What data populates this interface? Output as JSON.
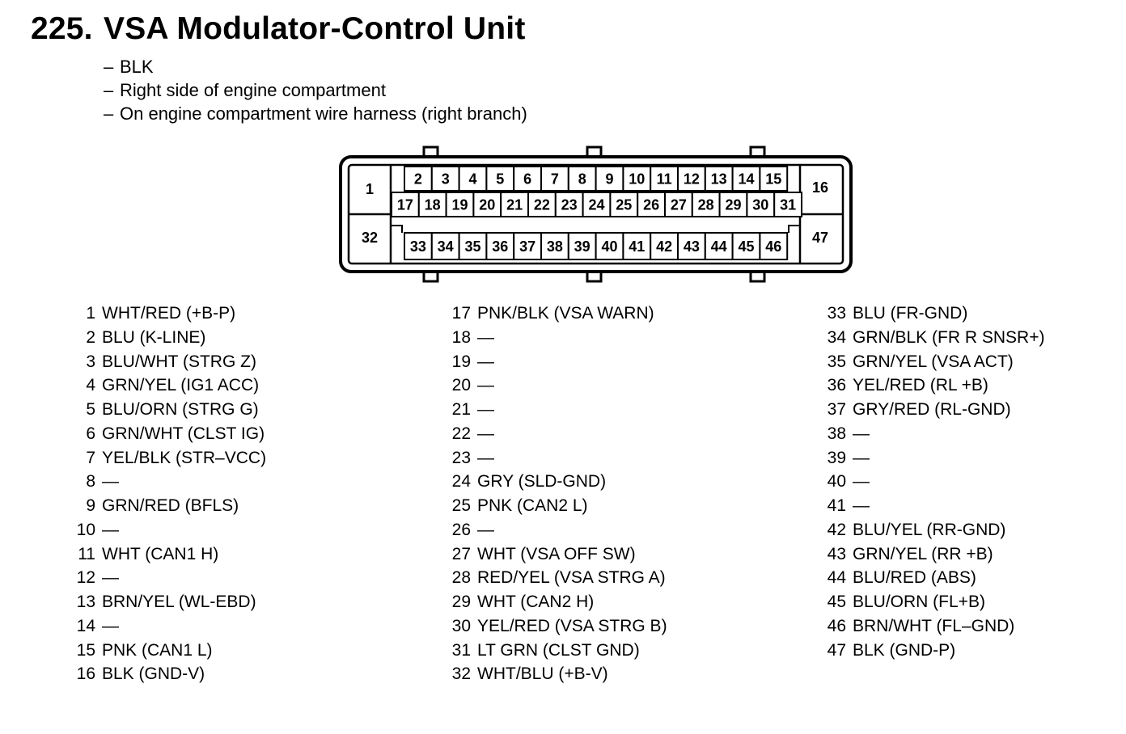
{
  "title": {
    "number": "225.",
    "name": "VSA Modulator-Control Unit"
  },
  "info": [
    {
      "dash": "–",
      "text": "BLK"
    },
    {
      "dash": "–",
      "text": "Right side of engine compartment"
    },
    {
      "dash": "–",
      "text": "On engine compartment wire harness (right branch)"
    }
  ],
  "connector": {
    "left_large": [
      "1",
      "32"
    ],
    "right_large": [
      "16",
      "47"
    ],
    "row1": [
      "2",
      "3",
      "4",
      "5",
      "6",
      "7",
      "8",
      "9",
      "10",
      "11",
      "12",
      "13",
      "14",
      "15"
    ],
    "row2": [
      "17",
      "18",
      "19",
      "20",
      "21",
      "22",
      "23",
      "24",
      "25",
      "26",
      "27",
      "28",
      "29",
      "30",
      "31"
    ],
    "row3": [
      "33",
      "34",
      "35",
      "36",
      "37",
      "38",
      "39",
      "40",
      "41",
      "42",
      "43",
      "44",
      "45",
      "46"
    ]
  },
  "pins": [
    {
      "pin": "1",
      "desc": "WHT/RED (+B-P)"
    },
    {
      "pin": "2",
      "desc": "BLU (K-LINE)"
    },
    {
      "pin": "3",
      "desc": "BLU/WHT (STRG Z)"
    },
    {
      "pin": "4",
      "desc": "GRN/YEL (IG1 ACC)"
    },
    {
      "pin": "5",
      "desc": "BLU/ORN (STRG G)"
    },
    {
      "pin": "6",
      "desc": "GRN/WHT (CLST IG)"
    },
    {
      "pin": "7",
      "desc": "YEL/BLK (STR–VCC)"
    },
    {
      "pin": "8",
      "desc": "—"
    },
    {
      "pin": "9",
      "desc": "GRN/RED (BFLS)"
    },
    {
      "pin": "10",
      "desc": "—"
    },
    {
      "pin": "11",
      "desc": "WHT (CAN1 H)"
    },
    {
      "pin": "12",
      "desc": "—"
    },
    {
      "pin": "13",
      "desc": "BRN/YEL (WL-EBD)"
    },
    {
      "pin": "14",
      "desc": "—"
    },
    {
      "pin": "15",
      "desc": "PNK (CAN1 L)"
    },
    {
      "pin": "16",
      "desc": "BLK (GND-V)"
    },
    {
      "pin": "17",
      "desc": "PNK/BLK (VSA WARN)"
    },
    {
      "pin": "18",
      "desc": "—"
    },
    {
      "pin": "19",
      "desc": "—"
    },
    {
      "pin": "20",
      "desc": "—"
    },
    {
      "pin": "21",
      "desc": "—"
    },
    {
      "pin": "22",
      "desc": "—"
    },
    {
      "pin": "23",
      "desc": "—"
    },
    {
      "pin": "24",
      "desc": "GRY (SLD-GND)"
    },
    {
      "pin": "25",
      "desc": "PNK (CAN2 L)"
    },
    {
      "pin": "26",
      "desc": "—"
    },
    {
      "pin": "27",
      "desc": "WHT (VSA OFF SW)"
    },
    {
      "pin": "28",
      "desc": "RED/YEL (VSA STRG A)"
    },
    {
      "pin": "29",
      "desc": "WHT (CAN2 H)"
    },
    {
      "pin": "30",
      "desc": "YEL/RED (VSA STRG B)"
    },
    {
      "pin": "31",
      "desc": "LT GRN (CLST GND)"
    },
    {
      "pin": "32",
      "desc": "WHT/BLU (+B-V)"
    },
    {
      "pin": "33",
      "desc": "BLU (FR-GND)"
    },
    {
      "pin": "34",
      "desc": "GRN/BLK (FR R SNSR+)"
    },
    {
      "pin": "35",
      "desc": "GRN/YEL (VSA ACT)"
    },
    {
      "pin": "36",
      "desc": "YEL/RED (RL +B)"
    },
    {
      "pin": "37",
      "desc": "GRY/RED (RL-GND)"
    },
    {
      "pin": "38",
      "desc": "—"
    },
    {
      "pin": "39",
      "desc": "—"
    },
    {
      "pin": "40",
      "desc": "—"
    },
    {
      "pin": "41",
      "desc": "—"
    },
    {
      "pin": "42",
      "desc": "BLU/YEL (RR-GND)"
    },
    {
      "pin": "43",
      "desc": "GRN/YEL (RR +B)"
    },
    {
      "pin": "44",
      "desc": "BLU/RED (ABS)"
    },
    {
      "pin": "45",
      "desc": "BLU/ORN (FL+B)"
    },
    {
      "pin": "46",
      "desc": "BRN/WHT (FL–GND)"
    },
    {
      "pin": "47",
      "desc": "BLK (GND-P)"
    }
  ]
}
